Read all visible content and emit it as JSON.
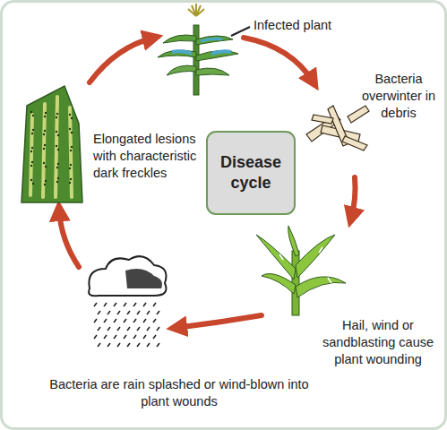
{
  "diagram": {
    "nodes": [
      {
        "text": [
          "Disease cycle"
        ]
      }
    ],
    "labels": [
      "Infected plant",
      "Bacteria overwinter in debris",
      "Hail, wind or sandblasting cause plant wounding",
      "Bacteria are rain splashed or wind-blown into plant wounds",
      "Elongated lesions with characteristic dark freckles"
    ]
  }
}
